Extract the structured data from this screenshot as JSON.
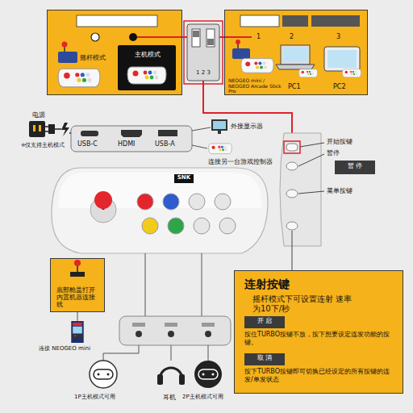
{
  "diagram": {
    "nodes": [
      {
        "text": [
          "摇杆模式",
          "主机模式"
        ]
      },
      {
        "text": [
          "1",
          "2",
          "3",
          "NEOGEO mini / NEOGEO Arcade Stick Pro",
          "PC1",
          "PC2"
        ]
      },
      {
        "text": [
          "1 2 3"
        ]
      },
      {
        "text": [
          "USB-C",
          "HDMI",
          "USB-A"
        ]
      },
      {
        "text": [
          "暂 停"
        ]
      },
      {
        "text": [
          "底部舱盖打开 内置机器连接线"
        ]
      },
      {
        "text": [
          "连射按键",
          "摇杆模式下可设置连射 速率为10下/秒",
          "按住TURBO按键不放，按下想要设定连发功能的按键。",
          "按下TURBO按键即可切换已经设定的所有按键的连发/单发状态"
        ]
      },
      {
        "text": [
          "开 启"
        ],
        "in": 6
      },
      {
        "text": [
          "取 消"
        ],
        "in": 6
      }
    ],
    "edges": [
      {
        "from": 2,
        "to": 0,
        "arrow": "none"
      },
      {
        "from": 2,
        "to": 1,
        "arrow": "none"
      }
    ],
    "labels": [
      "电源",
      "※仅支持主机模式",
      "外接显示器",
      "连接另一台游戏控制器",
      "SNK",
      "开始按键",
      "暂停",
      "菜单按键",
      "连接 NEOGEO mini",
      "1P主机模式可用",
      "耳机",
      "2P主机模式可用"
    ]
  }
}
